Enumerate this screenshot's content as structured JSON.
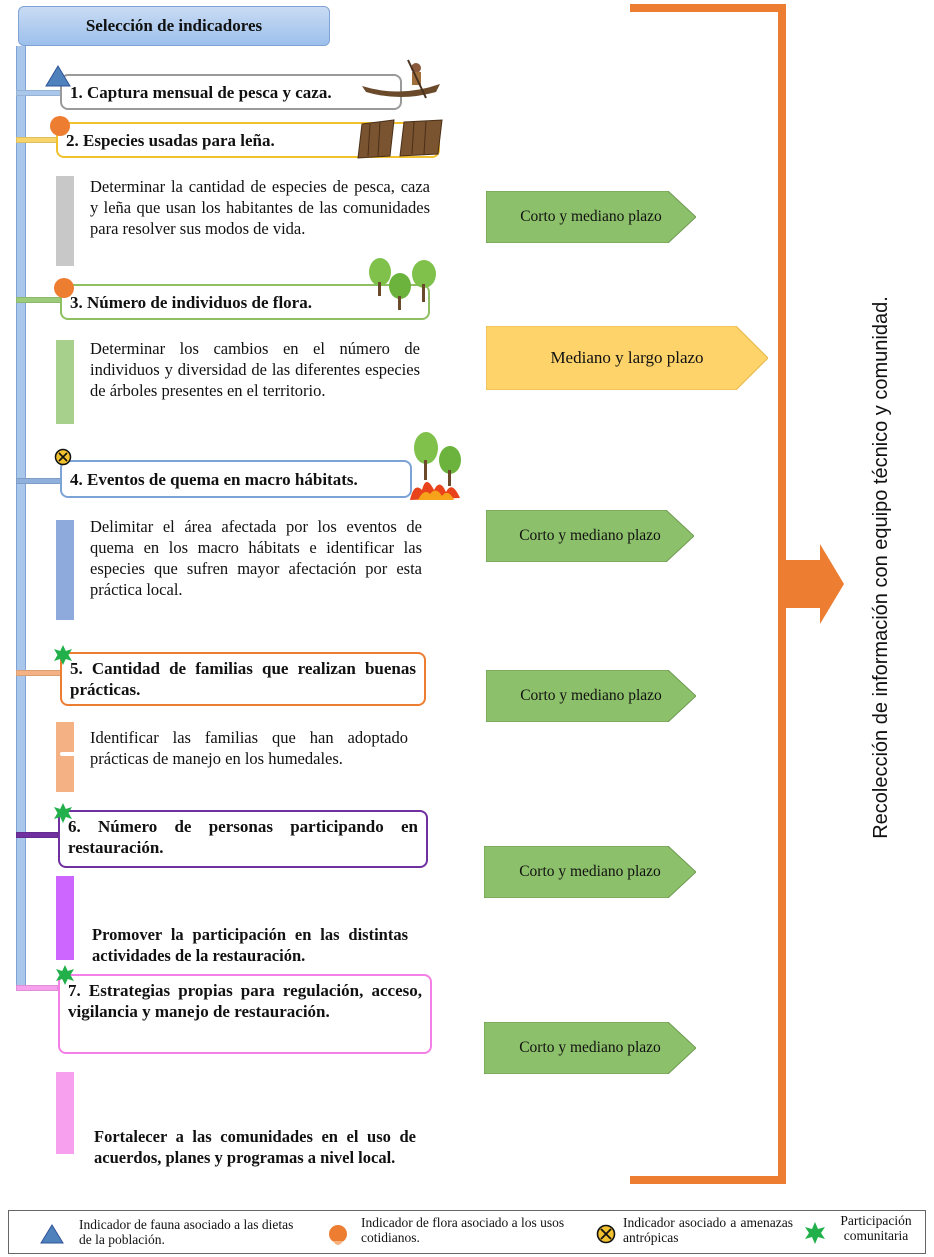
{
  "header": {
    "title": "Selección de indicadores"
  },
  "indicators": [
    {
      "label": "1. Captura mensual de pesca y caza."
    },
    {
      "label": "2. Especies usadas para leña."
    },
    {
      "label": "3. Número de individuos de flora."
    },
    {
      "label": "4. Eventos de quema en macro hábitats."
    },
    {
      "label": "5. Cantidad de familias que realizan buenas prácticas."
    },
    {
      "label": "6. Número de personas participando en restauración."
    },
    {
      "label": "7. Estrategias propias para regulación, acceso, vigilancia y manejo de restauración."
    }
  ],
  "descriptions": [
    "Determinar la cantidad de especies de pesca, caza y leña que usan los habitantes de las comunidades para resolver sus modos de vida.",
    "Determinar los cambios en el número de individuos y diversidad de las diferentes especies de árboles presentes en el territorio.",
    "Delimitar el área afectada por los eventos de quema en los macro hábitats e identificar las especies que sufren mayor afectación por esta práctica local.",
    "Identificar las familias que han adoptado prácticas de manejo en los humedales.",
    "Promover la participación en las distintas actividades de la restauración.",
    "Fortalecer a las comunidades en el uso de acuerdos, planes y programas a nivel local."
  ],
  "timeframes": [
    "Corto y mediano plazo",
    "Mediano y largo plazo",
    "Corto y mediano plazo",
    "Corto y mediano plazo",
    "Corto y mediano plazo",
    "Corto y mediano plazo"
  ],
  "sidebar": {
    "text": "Recolección de información con equipo técnico y comunidad."
  },
  "legend": [
    {
      "icon": "blue-triangle-icon",
      "text": "Indicador de fauna asociado a las dietas de la población."
    },
    {
      "icon": "orange-circle-icon",
      "text": "Indicador de flora asociado a los usos cotidianos."
    },
    {
      "icon": "x-circle-icon",
      "text": "Indicador asociado a amenazas antrópicas"
    },
    {
      "icon": "green-star-icon",
      "text": "Participación comunitaria"
    }
  ],
  "colors": {
    "blue": "#7ba3d6",
    "orange": "#ed7d31",
    "yellow": "#f2c12e",
    "green": "#8fbf63",
    "purple": "#7030a0",
    "pink": "#f47fe6",
    "grey": "#c8c8c8",
    "green_arrow": "#8cc06a",
    "yellow_arrow": "#fdd36a"
  }
}
